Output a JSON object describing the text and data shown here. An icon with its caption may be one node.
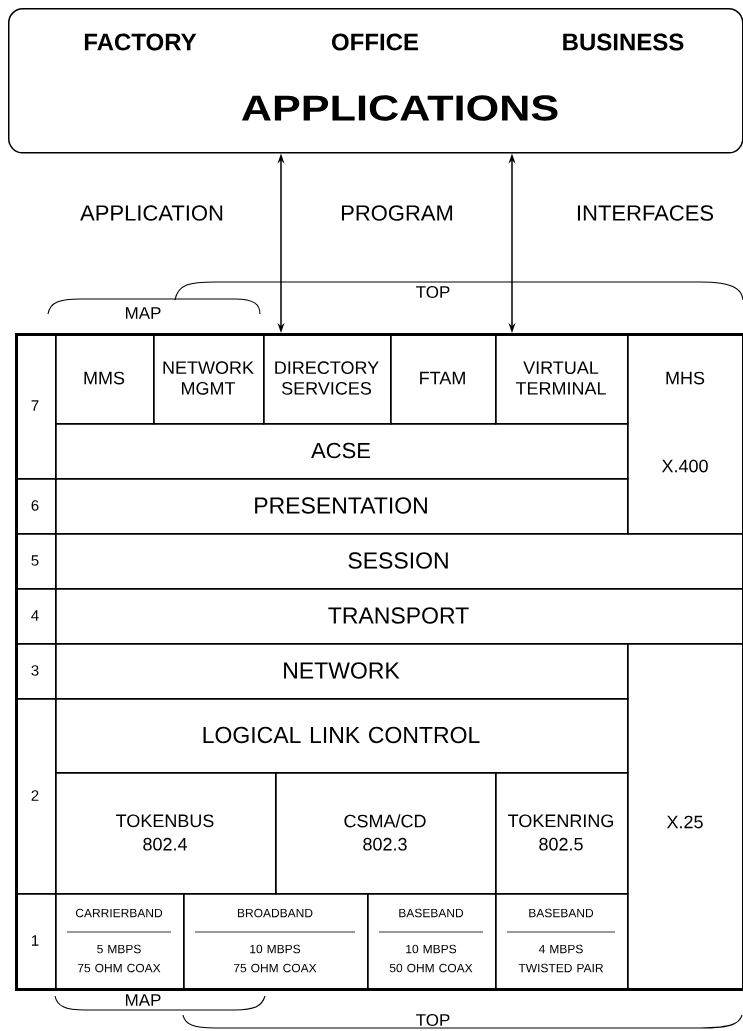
{
  "diagram": {
    "nodes": [
      {
        "text": [
          "FACTORY",
          "OFFICE",
          "BUSINESS",
          "APPLICATIONS"
        ]
      },
      {
        "text": [],
        "shape": "box"
      },
      {
        "text": [
          "7"
        ],
        "in": 1
      },
      {
        "text": [
          "MMS"
        ],
        "in": 1
      },
      {
        "text": [
          "NETWORK MGMT"
        ],
        "in": 1
      },
      {
        "text": [
          "DIRECTORY SERVICES"
        ],
        "in": 1
      },
      {
        "text": [
          "FTAM"
        ],
        "in": 1
      },
      {
        "text": [
          "VIRTUAL TERMINAL"
        ],
        "in": 1
      },
      {
        "text": [
          "MHS",
          "X.400"
        ],
        "in": 1
      },
      {
        "text": [
          "ACSE"
        ],
        "in": 1
      },
      {
        "text": [
          "6"
        ],
        "in": 1
      },
      {
        "text": [
          "PRESENTATION"
        ],
        "in": 1
      },
      {
        "text": [
          "5"
        ],
        "in": 1
      },
      {
        "text": [
          "SESSION"
        ],
        "in": 1
      },
      {
        "text": [
          "4"
        ],
        "in": 1
      },
      {
        "text": [
          "TRANSPORT"
        ],
        "in": 1
      },
      {
        "text": [
          "3"
        ],
        "in": 1
      },
      {
        "text": [
          "NETWORK"
        ],
        "in": 1
      },
      {
        "text": [
          "X.25"
        ],
        "in": 1
      },
      {
        "text": [
          "2"
        ],
        "in": 1
      },
      {
        "text": [
          "LOGICAL LINK CONTROL"
        ],
        "in": 1
      },
      {
        "text": [
          "TOKENBUS",
          "802.4"
        ],
        "in": 1
      },
      {
        "text": [
          "CSMA/CD",
          "802.3"
        ],
        "in": 1
      },
      {
        "text": [
          "TOKENRING",
          "802.5"
        ],
        "in": 1
      },
      {
        "text": [
          "1"
        ],
        "in": 1
      },
      {
        "text": [
          "CARRIERBAND",
          "5 MBPS",
          "75 OHM COAX"
        ],
        "in": 1
      },
      {
        "text": [
          "BROADBAND",
          "10 MBPS",
          "75 OHM COAX"
        ],
        "in": 1
      },
      {
        "text": [
          "BASEBAND",
          "10 MBPS",
          "50 OHM COAX"
        ],
        "in": 1
      },
      {
        "text": [
          "BASEBAND",
          "4 MBPS",
          "TWISTED PAIR"
        ],
        "in": 1
      }
    ],
    "edges": [
      {
        "from": 0,
        "to": 1,
        "arrow": "both"
      },
      {
        "from": 0,
        "to": 1,
        "arrow": "both"
      }
    ],
    "labels": [
      "APPLICATION",
      "PROGRAM",
      "INTERFACES",
      "TOP",
      "MAP",
      "MAP",
      "TOP"
    ]
  }
}
